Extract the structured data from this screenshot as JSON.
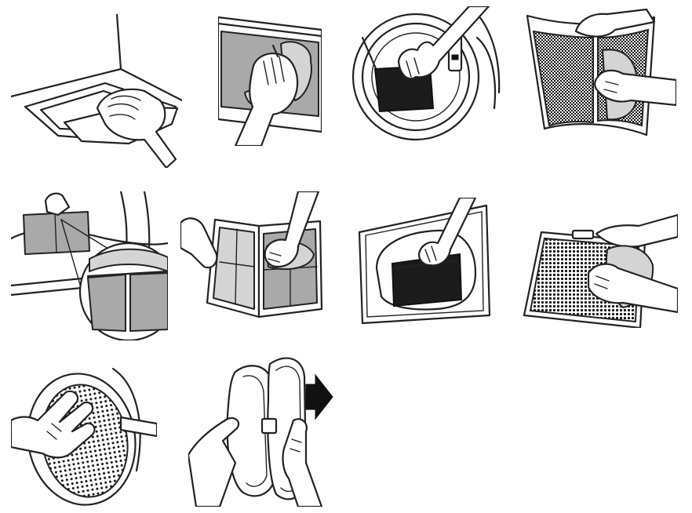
{
  "figure": {
    "panels": [
      {
        "id": "p1",
        "depicts": "hand-lifting-flat-filter-from-tray-icon"
      },
      {
        "id": "p2",
        "depicts": "hand-pulling-lint-from-filter-edge-icon"
      },
      {
        "id": "p3",
        "depicts": "hand-inserting-dark-filter-into-drum-icon"
      },
      {
        "id": "p4",
        "depicts": "hands-cleaning-mesh-filter-icon"
      },
      {
        "id": "p5",
        "depicts": "filter-housing-magnified-detail-icon"
      },
      {
        "id": "p6",
        "depicts": "hands-opening-double-filter-icon"
      },
      {
        "id": "p7",
        "depicts": "hand-placing-filter-in-door-frame-icon"
      },
      {
        "id": "p8",
        "depicts": "hands-wiping-dotted-filter-icon"
      },
      {
        "id": "p9",
        "depicts": "hand-rubbing-round-perforated-filter-icon"
      },
      {
        "id": "p10",
        "depicts": "hands-separating-round-filter-arrow-icon"
      }
    ],
    "colors": {
      "line": "#222222",
      "fill_gray": "#a9a9a9",
      "fill_light": "#d4d4d4",
      "fill_dark": "#1b1b1b",
      "background": "#ffffff"
    }
  }
}
